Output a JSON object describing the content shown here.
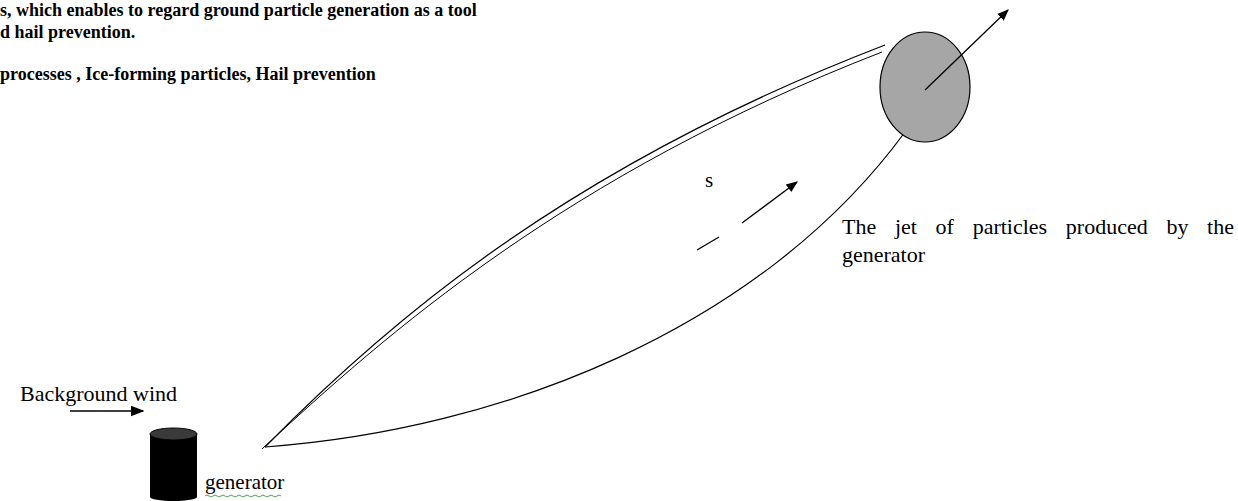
{
  "diagram": {
    "labels": [
      "s, which enables to regard ground particle generation as a tool",
      "d hail prevention.",
      "processes , Ice-forming particles, Hail prevention",
      "s",
      "The jet of particles produced by the generator",
      "Background wind",
      "generator"
    ]
  }
}
